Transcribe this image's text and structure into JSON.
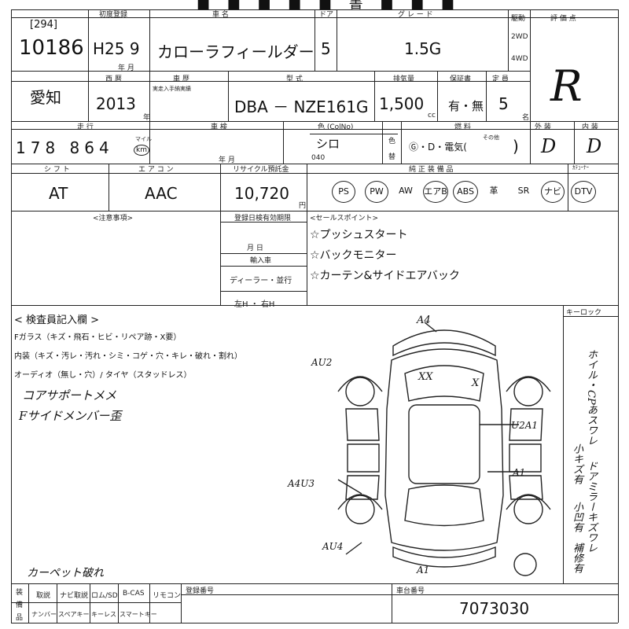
{
  "header_fragment": "■ ■ ■ ■ ■ 書 ■ ■ ■",
  "row1": {
    "lot_bracket": "[294]",
    "lot_number": "10186",
    "reg_label": "初度登録",
    "reg_value": "H25 9",
    "reg_sub": "年  月",
    "name_label": "車      名",
    "car_name": "カローラフィールダー",
    "door_label": "ドア",
    "doors": "5",
    "grade_label": "グ レ ー ド",
    "grade": "1.5G",
    "drive_label": "駆動",
    "drive_2wd": "2WD",
    "drive_4wd": "4WD",
    "eval_label": "評 価 点",
    "eval_score": "R"
  },
  "row2": {
    "region": "愛知",
    "year_label": "西  暦",
    "year": "2013",
    "year_suffix": "年",
    "history_label": "車  歴",
    "history_sub": "実走入手納実績",
    "model_label": "型     式",
    "model": "DBA － NZE161G",
    "disp_label": "排気量",
    "displacement": "1,500",
    "disp_unit": "cc",
    "warranty_label": "保証書",
    "warranty": "有・無",
    "capacity_label": "定 員",
    "capacity": "5",
    "capacity_unit": "名"
  },
  "row3": {
    "mileage_label": "走  行",
    "mileage": "178 864",
    "mileage_unit_a": "マイル",
    "mileage_unit_b": "km",
    "inspection_label": "車  検",
    "inspection_sub": "年       月",
    "color_label": "色 (ColNo)",
    "color": "シロ",
    "color_no": "040",
    "repaint_a": "色",
    "repaint_b": "替",
    "fuel_label": "燃  料",
    "fuel": "Ⓖ・D・電気(",
    "fuel_other": "その他",
    "fuel_close": ")",
    "exterior_label": "外 装",
    "exterior": "D",
    "interior_label": "内 装",
    "interior": "D"
  },
  "row4": {
    "shift_label": "シ フ ト",
    "shift": "AT",
    "ac_label": "エ ア コ ン",
    "ac": "AAC",
    "recycle_label": "リサイクル預託金",
    "recycle": "10,720",
    "recycle_unit": "円",
    "equip_label": "純 正 装 備 品",
    "equipment": [
      "PS",
      "PW",
      "AW",
      "エアB",
      "ABS",
      "革",
      "SR",
      "ナビ",
      "DTV"
    ],
    "equip_circled": [
      true,
      true,
      false,
      true,
      true,
      false,
      false,
      true,
      true
    ],
    "tuner_label": "ｶﾃｭｰﾅｰ"
  },
  "notes": {
    "caution_label": "<注意事項>",
    "reg_expiry_label": "登録日検有効期限",
    "reg_expiry_sub": "月        日",
    "import_label": "輸入車",
    "import_value": "ディーラー・並行",
    "handle_value": "左H ・ 右H",
    "sales_label": "<セールスポイント>",
    "sales_points": [
      "☆プッシュスタート",
      "☆バックモニター",
      "☆カーテン&サイドエアバック"
    ]
  },
  "inspector": {
    "title": "< 検査員記入欄 >",
    "glass": "Fガラス（キズ・飛石・ヒビ・リペア跡・X要）",
    "interior": "内装（キズ・汚レ・汚れ・シミ・コゲ・穴・キレ・破れ・割れ）",
    "audio": "オーディオ（無し・穴）/ タイヤ（スタッドレス）",
    "handwritten": [
      "コアサポートメメ",
      "Fサイドメンバー歪"
    ],
    "carpet": "カーペット破れ",
    "keyless_label": "キーロック",
    "vertical_notes": [
      "ホイル・CPあスワレ",
      "小キズ有",
      "ドアミラーキズワレ",
      "小凹有",
      "補修有"
    ]
  },
  "diagram_marks": [
    "A4",
    "AU2",
    "XX",
    "X",
    "U2A1",
    "A1",
    "A4U3",
    "AU4",
    "A1"
  ],
  "footer": {
    "col_labels": [
      "取説",
      "ナビ取説",
      "ロム/SD",
      "B-CAS",
      "リモコン"
    ],
    "row2_labels": [
      "ナンバー",
      "スペアキー",
      "キーレス",
      "スマートキー"
    ],
    "side_a": "装",
    "side_b": "備",
    "side_c": "品",
    "reg_no_label": "登録番号",
    "chassis_label": "車台番号",
    "chassis": "7073030"
  }
}
